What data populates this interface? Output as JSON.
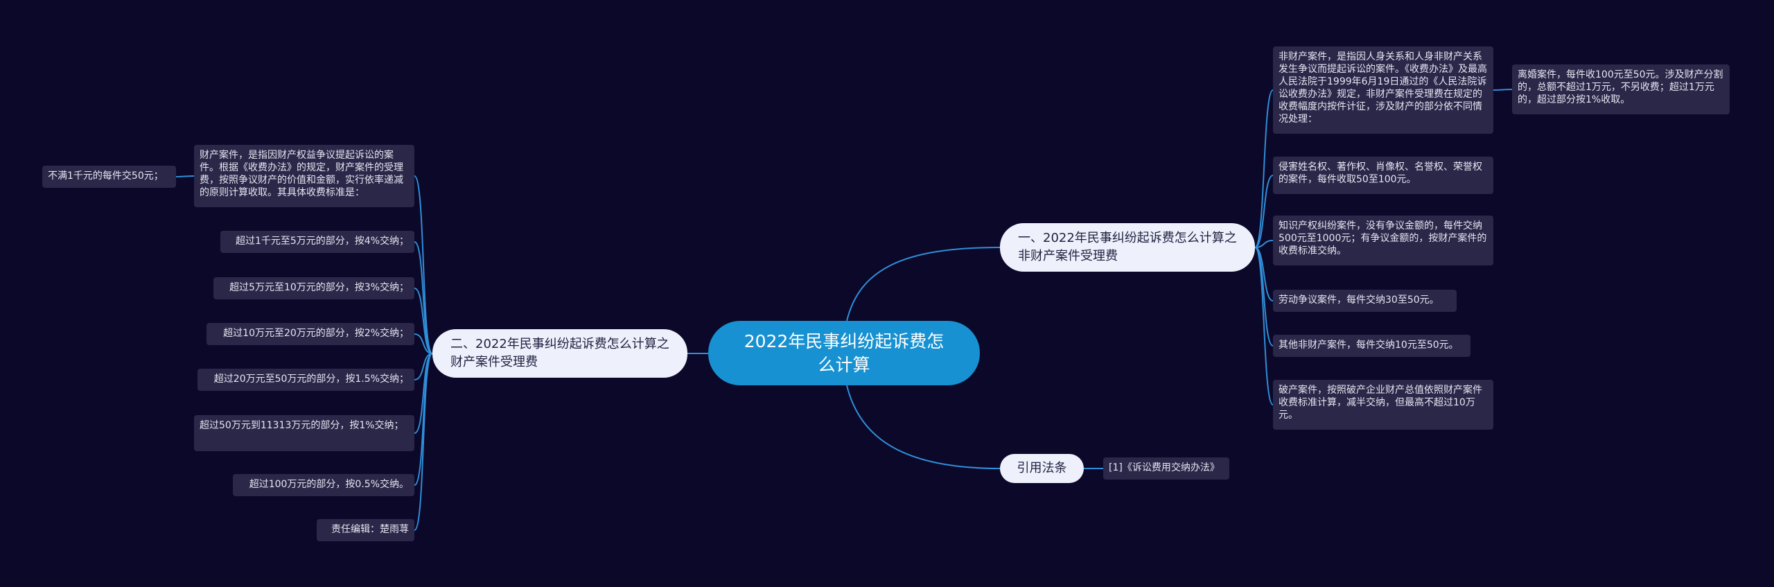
{
  "root": {
    "title": "2022年民事纠纷起诉费怎么计算"
  },
  "branch_nonproperty": {
    "title": "一、2022年民事纠纷起诉费怎么计算之非财产案件受理费",
    "items": [
      "非财产案件，是指因人身关系和人身非财产关系发生争议而提起诉讼的案件。《收费办法》及最高人民法院于1999年6月19日通过的《人民法院诉讼收费办法》规定，非财产案件受理费在规定的收费幅度内按件计征，涉及财产的部分依不同情况处理：",
      "侵害姓名权、著作权、肖像权、名誉权、荣誉权的案件，每件收取50至100元。",
      "知识产权纠纷案件，没有争议金额的，每件交纳500元至1000元；有争议金额的，按财产案件的收费标准交纳。",
      "劳动争议案件，每件交纳30至50元。",
      "其他非财产案件，每件交纳10元至50元。",
      "破产案件，按照破产企业财产总值依照财产案件收费标准计算，减半交纳，但最高不超过10万元。"
    ],
    "sub_item": "离婚案件，每件收100元至50元。涉及财产分割的，总额不超过1万元，不另收费；超过1万元的，超过部分按1%收取。"
  },
  "branch_property": {
    "title": "二、2022年民事纠纷起诉费怎么计算之财产案件受理费",
    "items": [
      "财产案件，是指因财产权益争议提起诉讼的案件。根据《收费办法》的规定，财产案件的受理费，按照争议财产的价值和金额，实行依率递减的原则计算收取。其具体收费标准是：",
      "超过1千元至5万元的部分，按4%交纳；",
      "超过5万元至10万元的部分，按3%交纳；",
      "超过10万元至20万元的部分，按2%交纳；",
      "超过20万元至50万元的部分，按1.5%交纳；",
      "超过50万元到11313万元的部分，按1%交纳；",
      "超过100万元的部分，按0.5%交纳。",
      "责任编辑：楚雨荨"
    ],
    "sub_item": "不满1千元的每件交50元；"
  },
  "branch_law": {
    "title": "引用法条",
    "items": [
      "[1]《诉讼费用交纳办法》"
    ]
  },
  "colors": {
    "background": "#0b0829",
    "root_fill": "#1791d1",
    "branch_fill": "#eef1fb",
    "leaf_fill": "#2a2748",
    "line": "#2f8fd8"
  }
}
